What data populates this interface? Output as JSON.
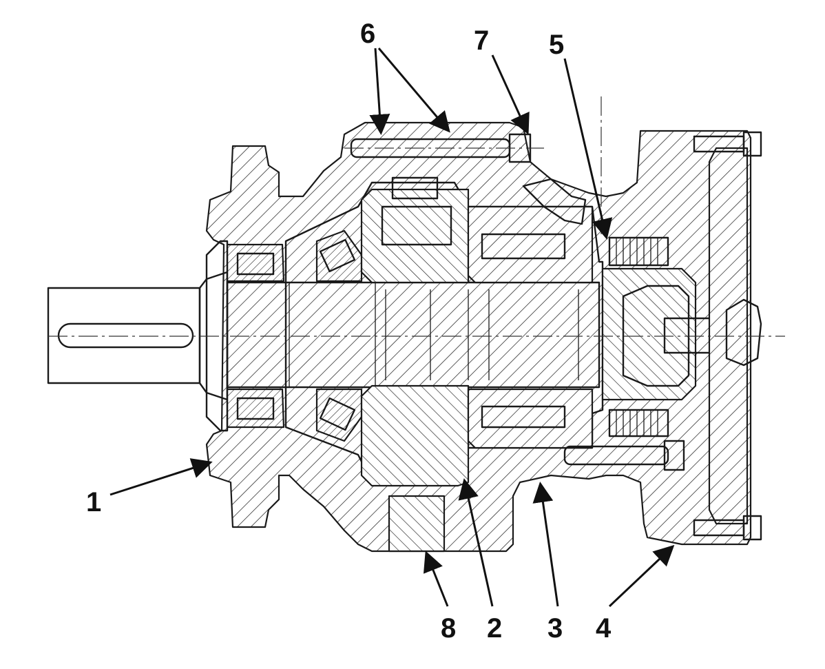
{
  "callouts": {
    "c1": "1",
    "c2": "2",
    "c3": "3",
    "c4": "4",
    "c5": "5",
    "c6": "6",
    "c7": "7",
    "c8": "8"
  },
  "colors": {
    "ink": "#1a1a1a",
    "paper": "#ffffff"
  }
}
